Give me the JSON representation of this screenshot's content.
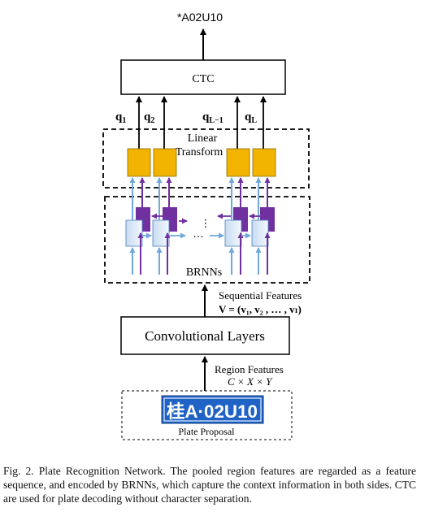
{
  "output_label": "*A02U10",
  "ctc_label": "CTC",
  "q_labels": {
    "q1": {
      "base": "q",
      "sub": "1"
    },
    "q2": {
      "base": "q",
      "sub": "2"
    },
    "qL1": {
      "base": "q",
      "sub": "L−1"
    },
    "qL": {
      "base": "q",
      "sub": "L"
    }
  },
  "linear_transform_label": [
    "Linear",
    "Transform"
  ],
  "ellipsis_vertical": "⋮",
  "ellipsis_horizontal": "…",
  "brnn_label": "BRNNs",
  "sequential_features_label": "Sequential Features",
  "v_equation": "V = (v₁, v₂ , … , vₗ)",
  "conv_layers_label": "Convolutional Layers",
  "region_features_label": "Region Features",
  "region_dims": "C × X × Y",
  "plate_text": "桂A·02U10",
  "plate_proposal_label": "Plate Proposal",
  "caption": "Fig. 2.  Plate Recognition Network. The pooled region features are regarded as a feature sequence, and encoded by BRNNs, which capture the context information in both sides. CTC are used for plate decoding without character separation.",
  "colors": {
    "yellow_box": "#f2b400",
    "purple": "#7030a0",
    "blue_arrow": "#6fa8dc",
    "rnn_cell": "#dde9f7",
    "plate_bg": "#1f63c6"
  }
}
